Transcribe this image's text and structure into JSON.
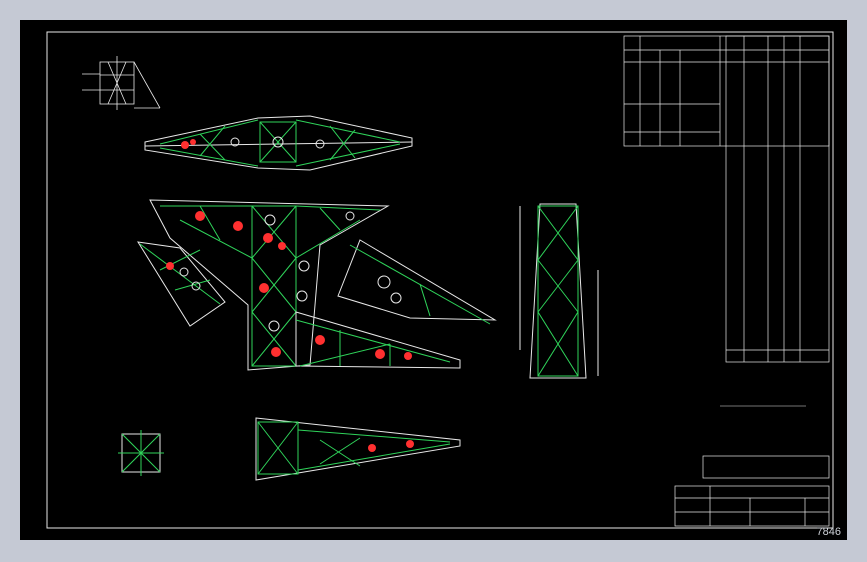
{
  "colors": {
    "background_frame": "#c5c9d4",
    "canvas": "#000000",
    "line_white": "#e8e8e8",
    "line_green": "#2fd35a",
    "mark_red": "#ff3030"
  },
  "drawing": {
    "corner_label": "7846",
    "icons": [
      "tower-section-elevation-diagram",
      "crossarm-plan-diagram",
      "tower-body-elevation-diagram",
      "base-plan-diagram",
      "bill-of-materials-table",
      "title-block"
    ]
  }
}
